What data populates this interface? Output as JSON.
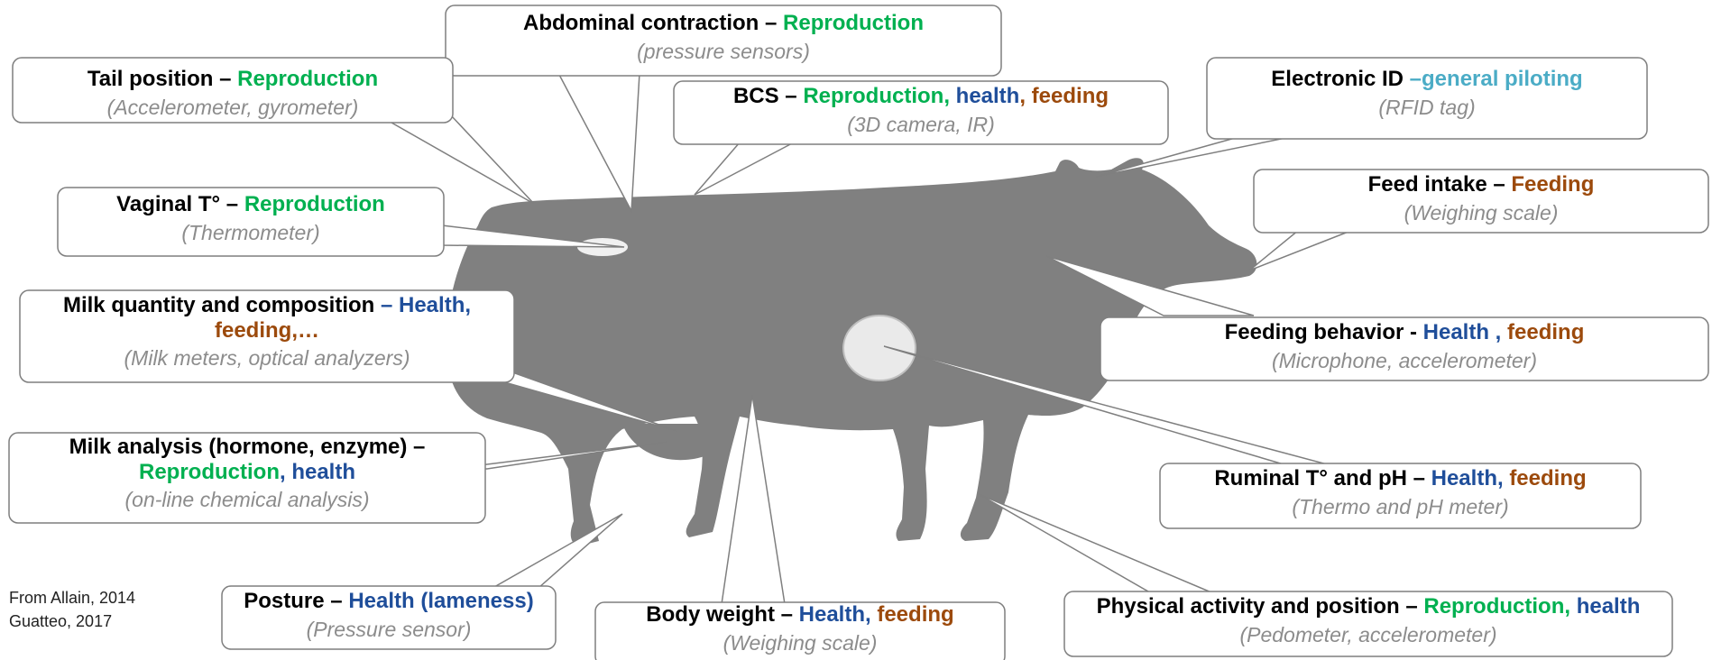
{
  "source": {
    "line1": "From Allain, 2014",
    "line2": "Guatteo, 2017"
  },
  "callouts": {
    "abdominal": {
      "title": "Abdominal contraction – ",
      "cat1": "Reproduction",
      "sub": "(pressure  sensors)"
    },
    "tail": {
      "title": "Tail position  – ",
      "cat1": "Reproduction",
      "sub": "(Accelerometer,  gyrometer)"
    },
    "bcs": {
      "title": "BCS – ",
      "cat1": "Reproduction, ",
      "cat2": "health",
      "cat3": ", feeding",
      "sub": "(3D camera, IR)"
    },
    "eid": {
      "title": "Electronic ID ",
      "cat1": "–general piloting",
      "sub": "(RFID tag)"
    },
    "feedintake": {
      "title": "Feed intake – ",
      "cat1": "Feeding",
      "sub": "(Weighing scale)"
    },
    "vaginal": {
      "title": "Vaginal T° – ",
      "cat1": "Reproduction",
      "sub": "(Thermometer)"
    },
    "milkqty": {
      "title": "Milk quantity and composition  ",
      "cat1": "– Health,",
      "cat2": "feeding,…",
      "sub": "(Milk meters, optical analyzers)"
    },
    "feedbeh": {
      "title": "Feeding behavior - ",
      "cat1": "Health , ",
      "cat2": "feeding",
      "sub": "(Microphone, accelerometer)"
    },
    "milkanalysis": {
      "title": "Milk analysis (hormone, enzyme) –",
      "cat1": "Reproduction",
      "cat2": ", health",
      "sub": "(on-line chemical analysis)"
    },
    "ruminal": {
      "title": "Ruminal T° and pH – ",
      "cat1": "Health, ",
      "cat2": "feeding",
      "sub": "(Thermo and pH meter)"
    },
    "posture": {
      "title": "Posture – ",
      "cat1": "Health (lameness)",
      "sub": "(Pressure sensor)"
    },
    "bodyweight": {
      "title": "Body weight – ",
      "cat1": "Health, ",
      "cat2": "feeding",
      "sub": "(Weighing scale)"
    },
    "activity": {
      "title": "Physical activity and position – ",
      "cat1": "Reproduction, ",
      "cat2": "health",
      "sub": "(Pedometer, accelerometer)"
    }
  }
}
